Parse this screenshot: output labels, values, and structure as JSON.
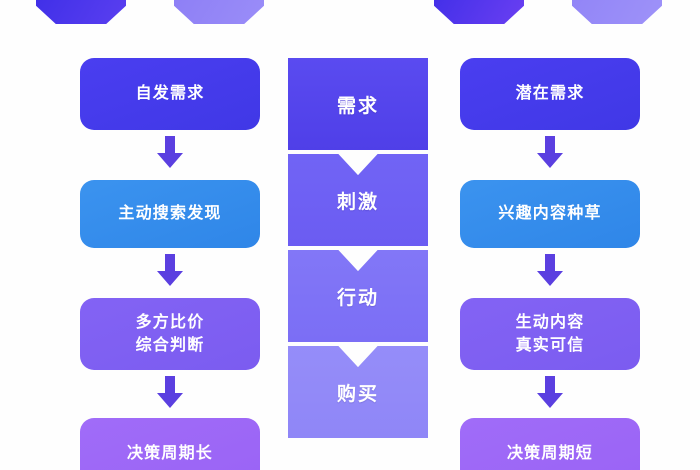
{
  "diagram": {
    "title_text": "",
    "columns": {
      "left": {
        "name": "traditional-ecommerce-path",
        "nodes": [
          {
            "id": "spontaneous-demand",
            "lines": [
              "自发需求"
            ],
            "color": "#4038e6",
            "color2": "#4a3ef0"
          },
          {
            "id": "active-search-discovery",
            "lines": [
              "主动搜索发现"
            ],
            "color": "#2f86e8",
            "color2": "#3b93ef"
          },
          {
            "id": "multi-party-price-comparison",
            "lines": [
              "多方比价",
              "综合判断"
            ],
            "color": "#7b5cf0",
            "color2": "#8363f4"
          },
          {
            "id": "long-decision-cycle",
            "lines": [
              "决策周期长"
            ],
            "color": "#9a63f5",
            "color2": "#a06cf8"
          }
        ]
      },
      "middle": {
        "name": "funnel-stages",
        "nodes": [
          {
            "id": "stage-demand",
            "label": "需求",
            "color": "#4f3fe8",
            "color2": "#5a4bf0"
          },
          {
            "id": "stage-stimulus",
            "label": "刺激",
            "color": "#6b5cf2",
            "color2": "#7164f5"
          },
          {
            "id": "stage-action",
            "label": "行动",
            "color": "#7b6ef5",
            "color2": "#8277f7"
          },
          {
            "id": "stage-purchase",
            "label": "购买",
            "color": "#8f86f7",
            "color2": "#958df9"
          }
        ]
      },
      "right": {
        "name": "interest-ecommerce-path",
        "nodes": [
          {
            "id": "latent-demand",
            "lines": [
              "潜在需求"
            ],
            "color": "#4038e6",
            "color2": "#4a3ef0"
          },
          {
            "id": "interest-content-seeding",
            "lines": [
              "兴趣内容种草"
            ],
            "color": "#2f86e8",
            "color2": "#3b93ef"
          },
          {
            "id": "vivid-authentic-content",
            "lines": [
              "生动内容",
              "真实可信"
            ],
            "color": "#7b5cf0",
            "color2": "#8363f4"
          },
          {
            "id": "short-decision-cycle",
            "lines": [
              "决策周期短"
            ],
            "color": "#9a63f5",
            "color2": "#a06cf8"
          }
        ]
      }
    },
    "arrows": {
      "color": "#5b3fe0",
      "count_per_column": 3
    },
    "top_badges": [
      {
        "id": "badge-1",
        "color": "#3a2ce6",
        "color2": "#5a3ff0"
      },
      {
        "id": "badge-2",
        "color": "#8b7cf5",
        "color2": "#9a8df8"
      },
      {
        "id": "badge-3",
        "color": "#3a2ce6",
        "color2": "#6a3ff2"
      },
      {
        "id": "badge-4",
        "color": "#8f82f6",
        "color2": "#9e92f9"
      }
    ],
    "background": "#fefefe"
  }
}
